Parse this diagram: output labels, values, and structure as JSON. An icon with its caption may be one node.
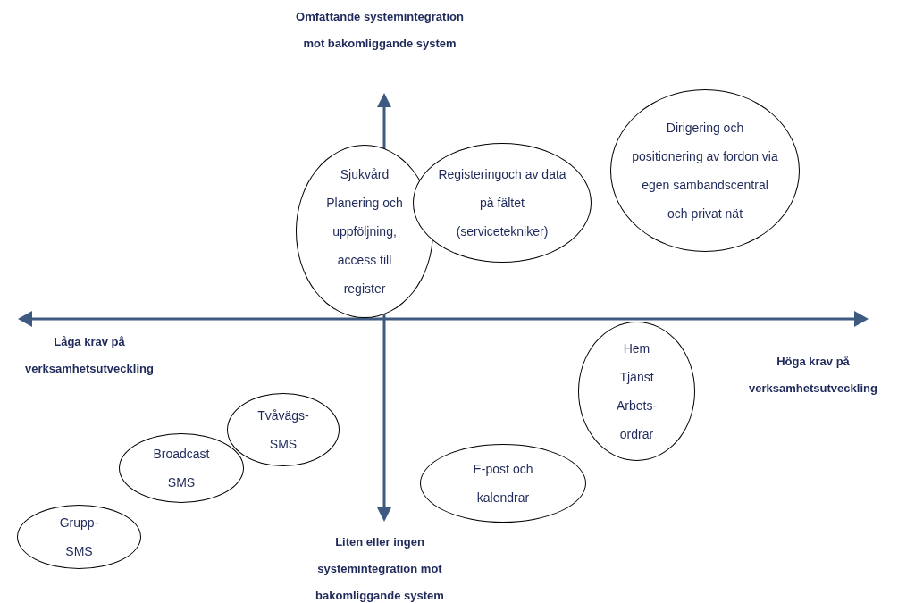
{
  "diagram": {
    "nodes": [
      {
        "text": [
          "Sjukvård",
          "Planering och uppföljning, access till register"
        ]
      },
      {
        "text": [
          "Registeringoch av data på fältet (servicetekniker)"
        ]
      },
      {
        "text": [
          "Dirigering och positionering av fordon via egen sambandscentral och privat nät"
        ]
      },
      {
        "text": [
          "Hem",
          "Tjänst",
          "Arbets- ordrar"
        ]
      },
      {
        "text": [
          "Tvåvägs- SMS"
        ]
      },
      {
        "text": [
          "Broadcast SMS"
        ]
      },
      {
        "text": [
          "E-post och kalendrar"
        ]
      },
      {
        "text": [
          "Grupp- SMS"
        ]
      }
    ],
    "labels": [
      "Omfattande systemintegration mot bakomliggande system",
      "Låga krav på verksamhetsutveckling",
      "Höga krav på verksamhetsutveckling",
      "Liten eller ingen systemintegration mot bakomliggande system"
    ]
  }
}
